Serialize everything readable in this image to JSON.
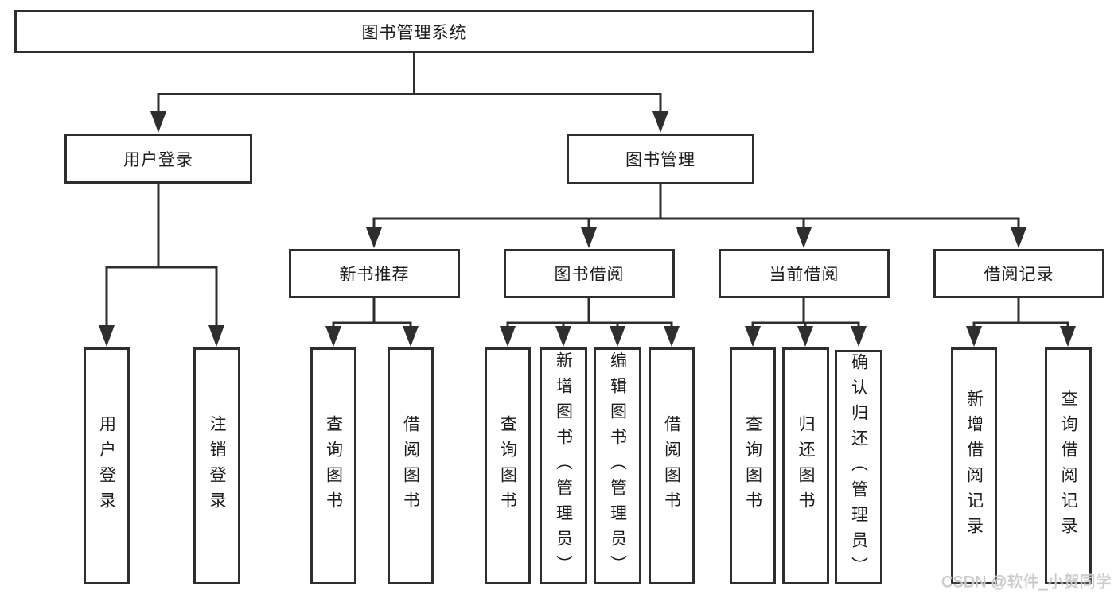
{
  "diagram": {
    "root": {
      "label": "图书管理系统"
    },
    "branches": [
      {
        "label": "用户登录",
        "children": [
          {
            "label": "用户登录"
          },
          {
            "label": "注销登录"
          }
        ]
      },
      {
        "label": "图书管理",
        "children": [
          {
            "label": "新书推荐",
            "children": [
              {
                "label": "查询图书"
              },
              {
                "label": "借阅图书"
              }
            ]
          },
          {
            "label": "图书借阅",
            "children": [
              {
                "label": "查询图书"
              },
              {
                "label": "新增图书（管理员）"
              },
              {
                "label": "编辑图书（管理员）"
              },
              {
                "label": "借阅图书"
              }
            ]
          },
          {
            "label": "当前借阅",
            "children": [
              {
                "label": "查询图书"
              },
              {
                "label": "归还图书"
              },
              {
                "label": "确认归还（管理员）"
              }
            ]
          },
          {
            "label": "借阅记录",
            "children": [
              {
                "label": "新增借阅记录"
              },
              {
                "label": "查询借阅记录"
              }
            ]
          }
        ]
      }
    ],
    "watermark": "CSDN @软件_小贺同学",
    "colors": {
      "line": "#2e2e2e",
      "text": "#1c1c1c",
      "background": "#ffffff",
      "watermark": "#c9c9c9"
    }
  }
}
